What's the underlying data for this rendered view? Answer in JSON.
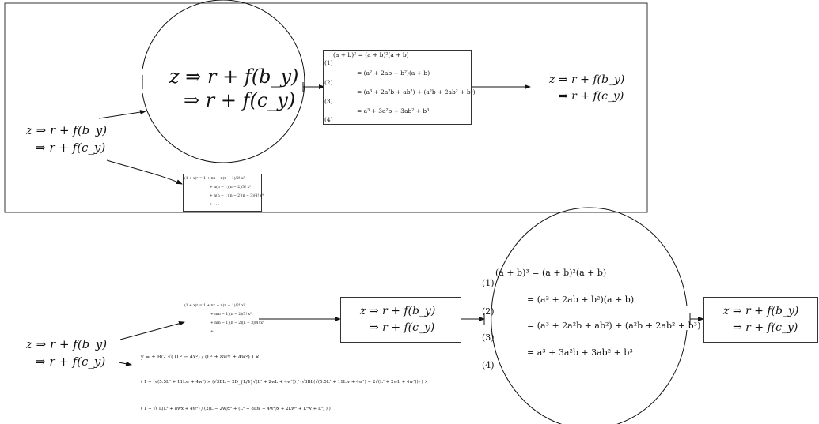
{
  "top_panel": {
    "big_circle": {
      "line1": "z ⇒ r + f(b_y)",
      "line2": "⇒ r + f(c_y)"
    },
    "left_expr": {
      "line1": "z ⇒ r + f(b_y)",
      "line2": "⇒ r + f(c_y)"
    },
    "right_expr": {
      "line1": "z ⇒ r + f(b_y)",
      "line2": "⇒ r + f(c_y)"
    },
    "expansion_box": {
      "header": "(a + b)³ = (a + b)²(a + b)",
      "labels": [
        "(1)",
        "(2)",
        "(3)",
        "(4)"
      ],
      "rows": [
        "= (a² + 2ab + b²)(a + b)",
        "= (a³ + 2a²b + ab²) + (a²b + 2ab² + b³)",
        "= a³ + 3a²b + 3ab² + b³"
      ]
    },
    "binomial_box": {
      "lines": [
        "(1 + x)ⁿ  =  1 + nx + n(n − 1)/2! x²",
        "+ n(n − 1)(n − 2)/3! x³",
        "+ n(n − 1)(n − 2)(n − 3)/4! x⁴",
        "+ . . ."
      ]
    }
  },
  "bottom_panel": {
    "left_expr": {
      "line1": "z ⇒ r + f(b_y)",
      "line2": "⇒ r + f(c_y)"
    },
    "binomial": {
      "lines": [
        "(1 + x)ⁿ  =  1 + nx + n(n − 1)/2! x²",
        "+ n(n − 1)(n − 2)/3! x³",
        "+ n(n − 1)(n − 2)(n − 3)/4! x⁴",
        "+ . . ."
      ]
    },
    "middle_box": {
      "line1": "z ⇒ r + f(b_y)",
      "line2": "⇒ r + f(c_y)"
    },
    "right_box": {
      "line1": "z ⇒ r + f(b_y)",
      "line2": "⇒ r + f(c_y)"
    },
    "formula_y": {
      "line1": "y = ± B/2 √( (L² − 4x²) / (L² + 8wx + 4w²) ) ×",
      "line2": "( 1 − (√(5.5L² + 11Lw + 4w²) × (√3BL − 2D_{L/4}√(L² + 2wL + 4w²)) / (√3BL(√(5.5L² + 11Lw + 4w²) − 2√(L² + 2wL + 4w²))) ) ×",
      "line3": "( 1 − √( L(L² + 8wx + 4w²) / (2(L − 2w)x² + (L² + 8Lw − 4w²)x + 2Lw² + L²w + L³) ) )"
    },
    "circle_expansion": {
      "header": "(a + b)³ = (a + b)²(a + b)",
      "labels": [
        "(1)",
        "(2)",
        "(3)",
        "(4)"
      ],
      "rows": [
        "= (a² + 2ab + b²)(a + b)",
        "= (a³ + 2a²b + ab²) + (a²b + 2ab² + b³)",
        "= a³ + 3a²b + 3ab² + b³"
      ]
    }
  }
}
